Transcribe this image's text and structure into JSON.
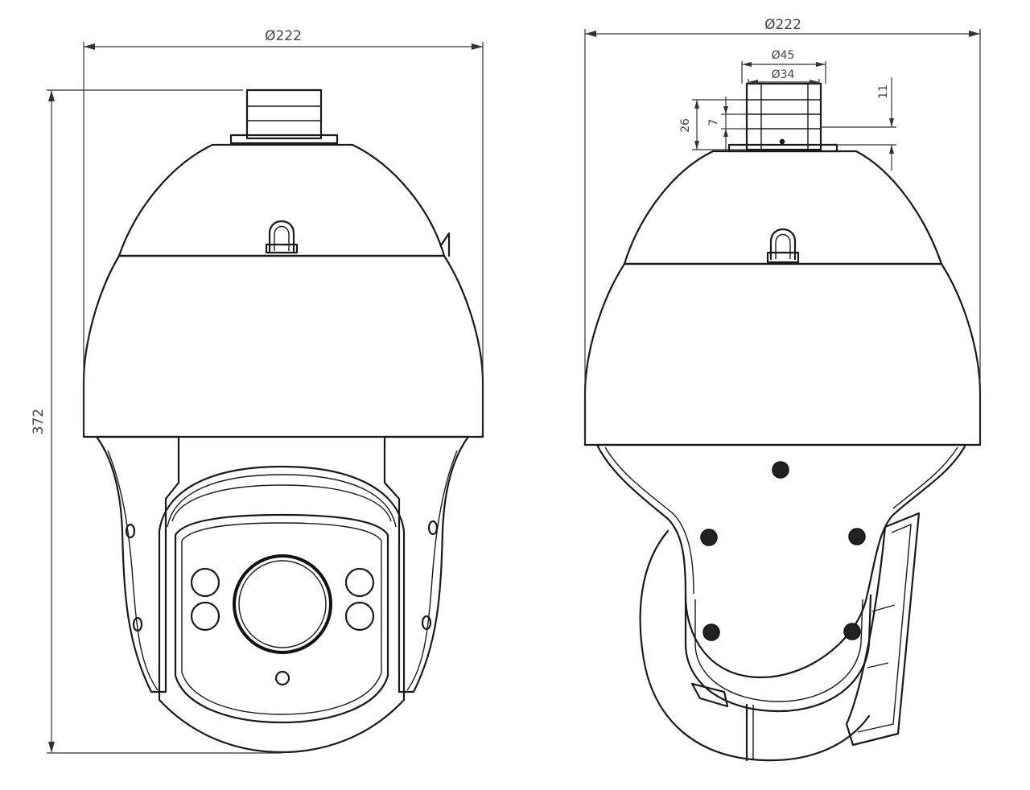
{
  "dimensions": {
    "front_width": "Ø222",
    "height": "372",
    "side_width": "Ø222",
    "pipe_outer": "Ø45",
    "pipe_inner": "Ø34",
    "thread_total": "26",
    "thread_step": "7",
    "thread_top": "11"
  },
  "colors": {
    "line": "#1a1a1a",
    "dimension_line": "#333333",
    "background": "#ffffff"
  }
}
